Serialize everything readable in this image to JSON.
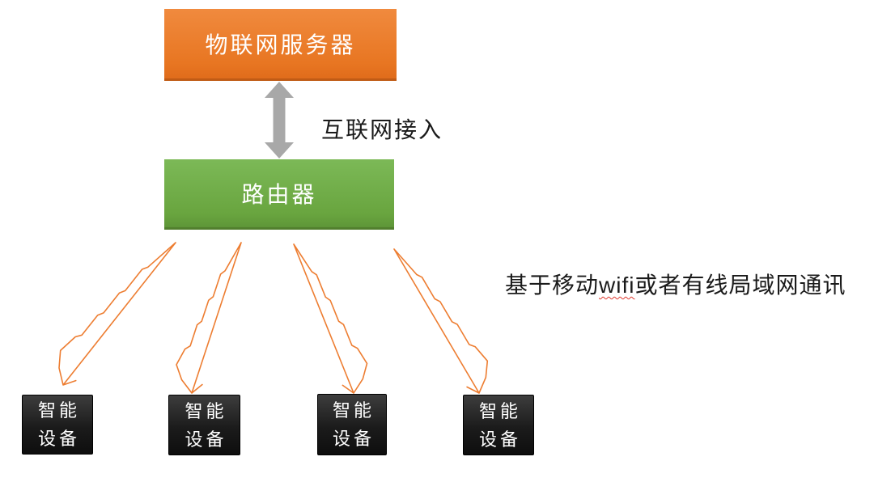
{
  "diagram": {
    "title_semantic": "IoT network architecture diagram",
    "server_box": {
      "label": "物联网服务器"
    },
    "router_box": {
      "label": "路由器"
    },
    "link_label": "互联网接入",
    "lan_note": {
      "prefix": "基于移动",
      "wifi": "wifi",
      "suffix": "或者有线局域网通讯",
      "full_text": "基于移动wifi或者有线局域网通讯"
    },
    "devices": [
      {
        "line1": "智能",
        "line2": "设备",
        "label": "智能设备"
      },
      {
        "line1": "智能",
        "line2": "设备",
        "label": "智能设备"
      },
      {
        "line1": "智能",
        "line2": "设备",
        "label": "智能设备"
      },
      {
        "line1": "智能",
        "line2": "设备",
        "label": "智能设备"
      }
    ],
    "colors": {
      "server_orange": "#ED7D31",
      "router_green": "#70AD47",
      "arrow_gray": "#A6A6A6",
      "device_black": "#1B1B1B",
      "bolt_orange": "#ED7D31",
      "wifi_underline_red": "#E03A2F",
      "text_black": "#1A1A1A",
      "background": "#FFFFFF"
    }
  }
}
